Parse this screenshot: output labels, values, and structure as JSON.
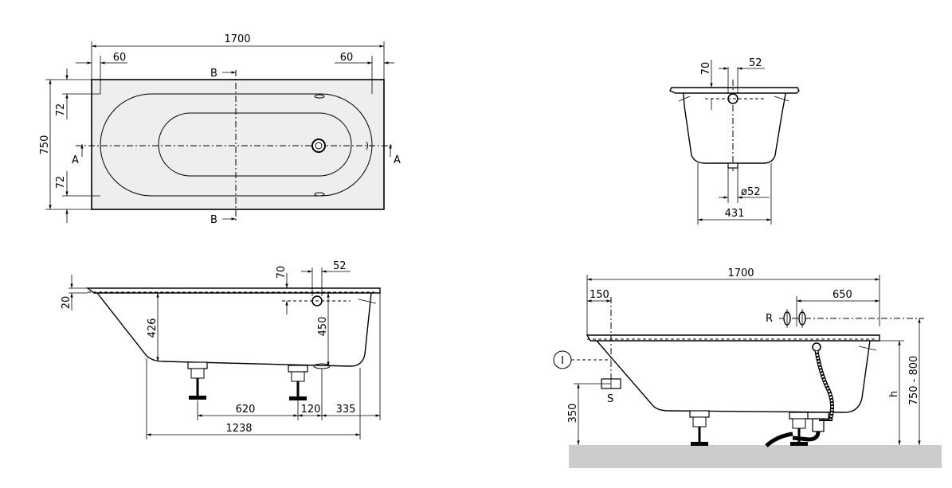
{
  "colors": {
    "line": "#000000",
    "tub_fill": "#eeeeee",
    "floor": "#cccccc",
    "background": "#ffffff"
  },
  "top_view": {
    "length": "1700",
    "left_offset": "60",
    "right_offset": "60",
    "width": "750",
    "edge_top": "72",
    "edge_bottom": "72",
    "section_a_left": "A",
    "section_a_right": "A",
    "section_b_top": "B",
    "section_b_bottom": "B"
  },
  "cross_section": {
    "overflow_height": "70",
    "overflow_diameter": "52",
    "drain_diameter": "ø52",
    "base_width": "431"
  },
  "side_section": {
    "rim": "20",
    "inner_depth": "426",
    "overflow_height": "70",
    "overflow_diameter": "52",
    "depth_to_drain": "450",
    "foot_spacing": "620",
    "drain_offset": "120",
    "end_offset": "335",
    "base_length": "1238"
  },
  "installation": {
    "length": "1700",
    "left_offset": "150",
    "right_offset": "650",
    "r_label": "R",
    "i_label": "I",
    "s_label": "S",
    "connection_height": "350",
    "h_label": "h",
    "total_height": "750 - 800"
  }
}
